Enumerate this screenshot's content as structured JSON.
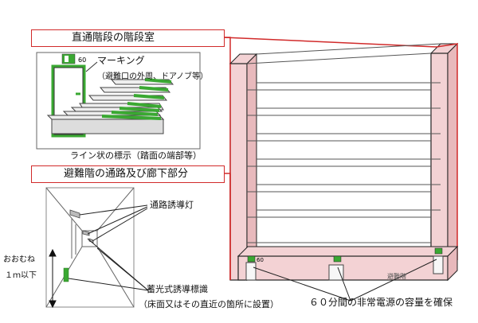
{
  "labels": {
    "stair_title": "直通階段の階段室",
    "marking": "マーキング",
    "marking_sub": "（避難口の外周、ドアノブ等）",
    "line_indicator": "ライン状の標示（踏面の端部等）",
    "corridor_title": "避難階の通路及び廊下部分",
    "corridor_light": "通路誘導灯",
    "approx": "おおむね",
    "one_m": "１ｍ以下",
    "phosphor_sign": "蓄光式誘導標識",
    "phosphor_sub": "（床面又はその直近の箇所に設置）",
    "power_note": "６０分間の非常電源の容量を確保",
    "evac_floor": "避難階",
    "sixty": "60"
  },
  "colors": {
    "accent_red": "#d12a2a",
    "pink_fill": "#f3d2d4",
    "green_mark": "#3aa832"
  }
}
